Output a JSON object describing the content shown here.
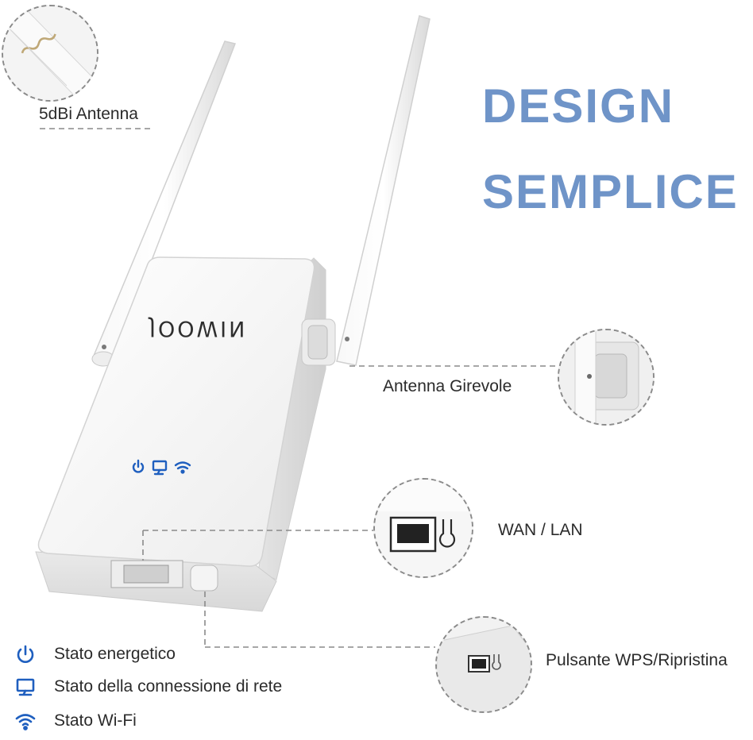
{
  "headline": {
    "line1": "DESIGN",
    "line2": "SEMPLICE",
    "color": "#6f94c8"
  },
  "device": {
    "brand": "JOOWIN",
    "led_color": "#1f5fbf"
  },
  "callouts": {
    "antenna": "5dBi Antenna",
    "swivel": "Antenna Girevole",
    "port": "WAN / LAN",
    "button": "Pulsante WPS/Ripristina"
  },
  "legend": [
    {
      "icon": "power-icon",
      "label": "Stato energetico"
    },
    {
      "icon": "network-icon",
      "label": "Stato della connessione di rete"
    },
    {
      "icon": "wifi-icon",
      "label": "Stato Wi-Fi"
    }
  ]
}
